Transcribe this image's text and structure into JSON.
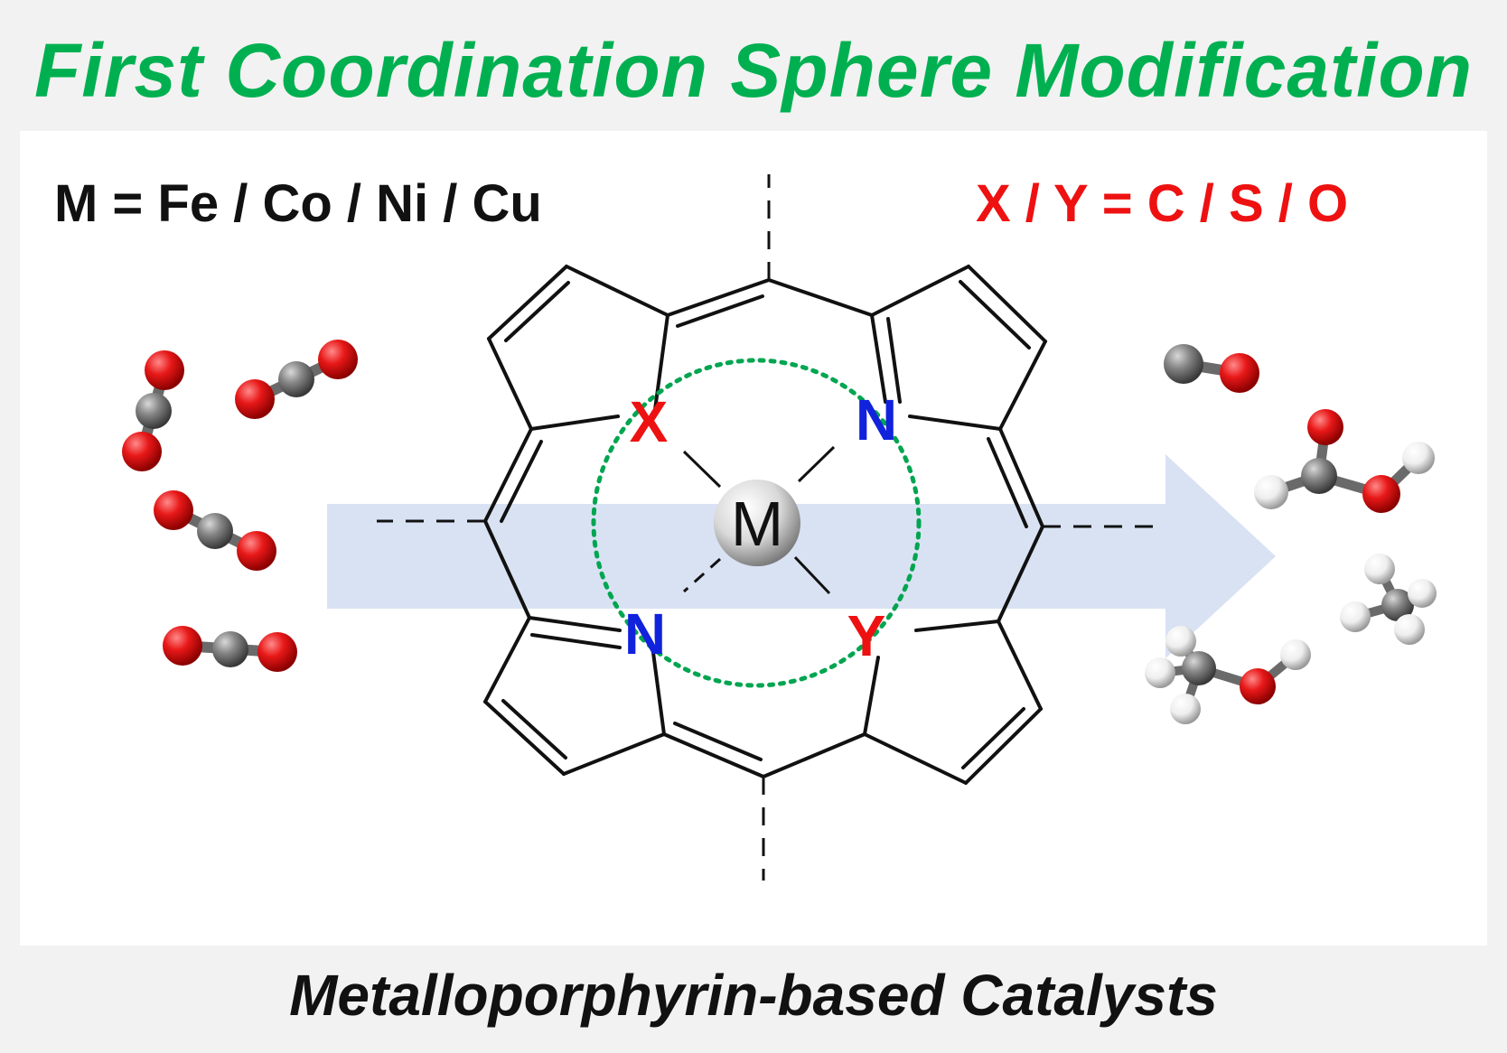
{
  "title": "First Coordination Sphere Modification",
  "metals_label": "M = Fe / Co / Ni / Cu",
  "heteroatoms_label": "X / Y = C / S / O",
  "center_atom": "M",
  "donors": {
    "top_left": "X",
    "top_right": "N",
    "bottom_left": "N",
    "bottom_right": "Y"
  },
  "footer": "Metalloporphyrin-based Catalysts",
  "colors": {
    "title": "#00b050",
    "heteroatom": "#ee1111",
    "nitrogen": "#1122dd",
    "arrow": "#d9e2f3",
    "sphere": "#00a550",
    "oxygen": "#e01010",
    "carbon": "#808080",
    "hydrogen": "#f0f0f0"
  },
  "molecules": {
    "reactants": [
      "CO2",
      "CO2",
      "CO2",
      "CO2"
    ],
    "products": [
      "CO",
      "HCOOH",
      "CH4",
      "CH3OH"
    ]
  }
}
